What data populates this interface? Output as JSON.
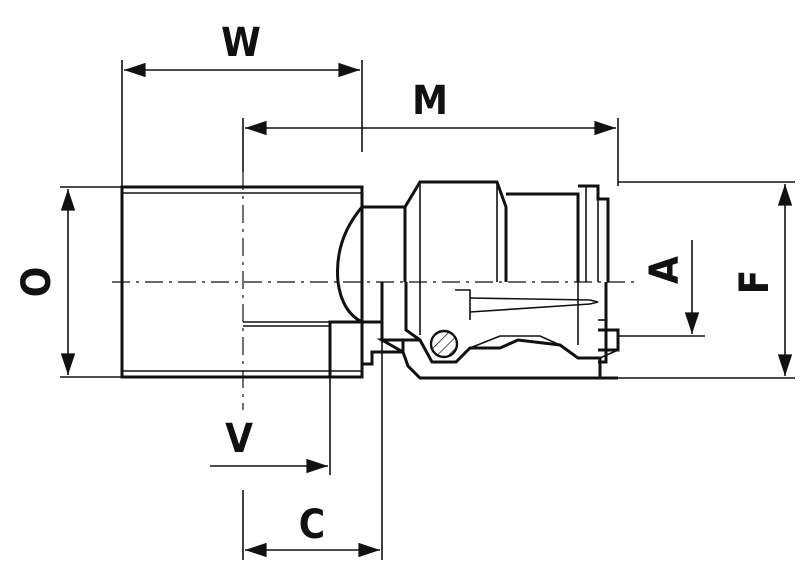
{
  "diagram": {
    "labels": {
      "W": "W",
      "M": "M",
      "O": "O",
      "A": "A",
      "F": "F",
      "V": "V",
      "C": "C"
    }
  }
}
